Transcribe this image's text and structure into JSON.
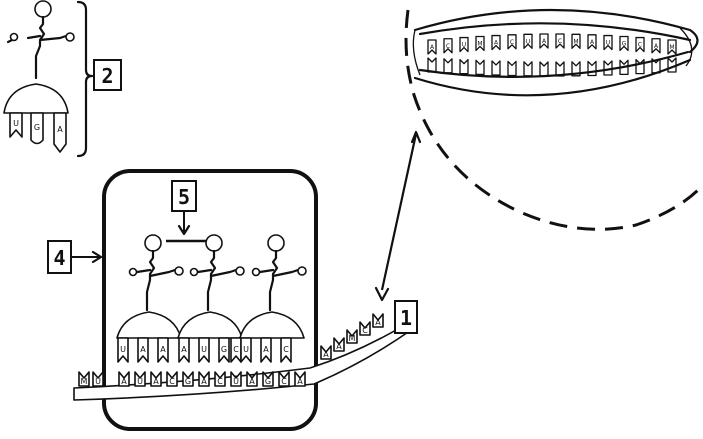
{
  "labels": {
    "l1": "1",
    "l2": "2",
    "l4": "4",
    "l5": "5"
  },
  "trna_single": {
    "anticodon": [
      "U",
      "G",
      "A"
    ]
  },
  "ribosome_trnas": [
    {
      "bases": [
        "U",
        "A",
        "A"
      ]
    },
    {
      "bases": [
        "A",
        "U",
        "G",
        "C"
      ]
    },
    {
      "bases": [
        "U",
        "A",
        "C"
      ]
    }
  ],
  "mrna": {
    "bases_in_ribosome": [
      "A",
      "U",
      "A",
      "C",
      "G",
      "A",
      "C",
      "U",
      "A",
      "G",
      "C",
      "A"
    ],
    "bases_free": [
      "A",
      "A",
      "M",
      "C",
      "A"
    ],
    "bases_left": [
      "M",
      "U"
    ]
  },
  "dna_bases": [
    "A",
    "C",
    "U",
    "M",
    "A",
    "C",
    "U",
    "A",
    "C",
    "M",
    "A",
    "U",
    "G",
    "C",
    "A",
    "M"
  ],
  "colors": {
    "ink": "#111111",
    "background": "#ffffff"
  }
}
